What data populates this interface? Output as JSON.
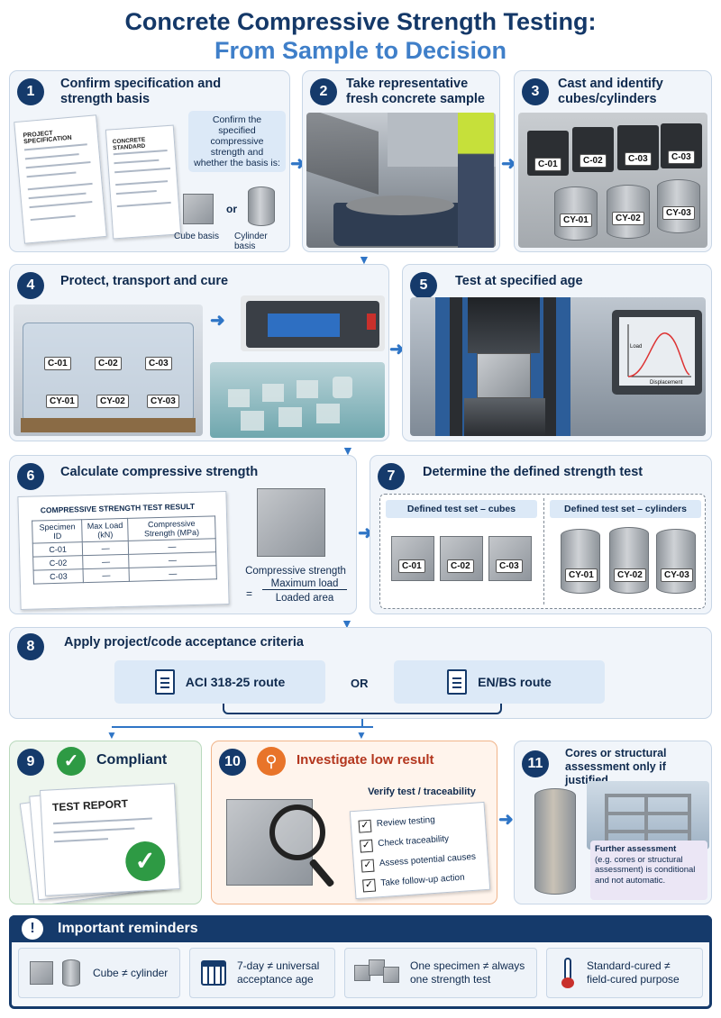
{
  "title": {
    "line1": "Concrete Compressive Strength Testing:",
    "line2": "From Sample to Decision"
  },
  "step1": {
    "num": "1",
    "title": "Confirm specification and strength basis",
    "doc1": "PROJECT SPECIFICATION",
    "doc2": "CONCRETE STANDARD",
    "note": "Confirm the specified compressive strength and whether the basis is:",
    "cube_label": "Cube basis",
    "or": "or",
    "cyl_label": "Cylinder basis"
  },
  "step2": {
    "num": "2",
    "title": "Take representative fresh concrete sample"
  },
  "step3": {
    "num": "3",
    "title": "Cast and identify cubes/cylinders",
    "tags": [
      "C-01",
      "C-02",
      "C-03",
      "C-03",
      "CY-01",
      "CY-02",
      "CY-03"
    ]
  },
  "step4": {
    "num": "4",
    "title": "Protect, transport and cure",
    "tags": [
      "C-01",
      "C-02",
      "C-03",
      "CY-01",
      "CY-02",
      "CY-03"
    ]
  },
  "step5": {
    "num": "5",
    "title": "Test at specified age",
    "graph_y": "Load",
    "graph_x": "Displacement"
  },
  "step6": {
    "num": "6",
    "title": "Calculate compressive strength",
    "sheet_title": "COMPRESSIVE STRENGTH TEST RESULT",
    "headers": [
      "Specimen ID",
      "Max Load (kN)",
      "Compressive Strength (MPa)"
    ],
    "rows": [
      [
        "C-01",
        "—",
        "—"
      ],
      [
        "C-02",
        "—",
        "—"
      ],
      [
        "C-03",
        "—",
        "—"
      ]
    ],
    "formula_lhs": "Compressive strength",
    "formula_eq": "=",
    "formula_num": "Maximum load",
    "formula_den": "Loaded area"
  },
  "step7": {
    "num": "7",
    "title": "Determine the defined strength test",
    "set1": "Defined test set – cubes",
    "set2": "Defined test set – cylinders",
    "cube_tags": [
      "C-01",
      "C-02",
      "C-03"
    ],
    "cyl_tags": [
      "CY-01",
      "CY-02",
      "CY-03"
    ]
  },
  "step8": {
    "num": "8",
    "title": "Apply project/code acceptance criteria",
    "route1": "ACI 318-25 route",
    "or": "OR",
    "route2": "EN/BS route"
  },
  "step9": {
    "num": "9",
    "title": "Compliant",
    "report": "TEST REPORT"
  },
  "step10": {
    "num": "10",
    "title": "Investigate low result",
    "verify": "Verify test / traceability",
    "checks": [
      "Review testing",
      "Check traceability",
      "Assess potential causes",
      "Take follow-up action"
    ]
  },
  "step11": {
    "num": "11",
    "title": "Cores or structural assessment only if justified",
    "note_head": "Further assessment",
    "note_body": "(e.g. cores or structural assessment) is conditional and not automatic."
  },
  "reminders": {
    "title": "Important reminders",
    "items": [
      "Cube ≠ cylinder",
      "7-day ≠ universal acceptance age",
      "One specimen ≠ always one strength test",
      "Standard-cured ≠ field-cured purpose"
    ]
  },
  "colors": {
    "navy": "#153a6b",
    "blue": "#3f7fc9",
    "green": "#2e9a44",
    "orange": "#e8742a",
    "card_bg": "#f1f5fa"
  }
}
